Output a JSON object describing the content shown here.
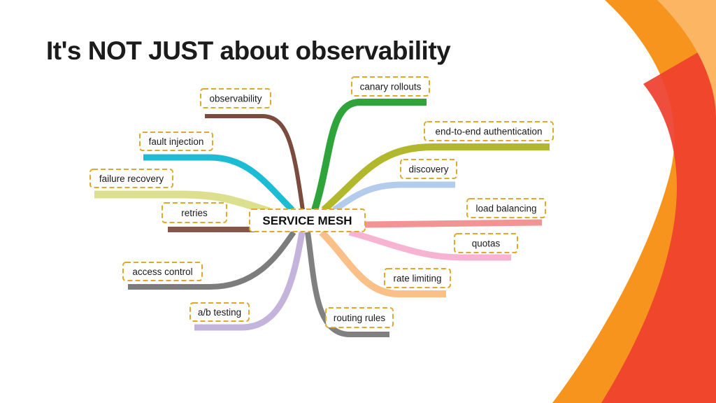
{
  "slide": {
    "title": "It's NOT JUST about observability"
  },
  "colors": {
    "label_border": "#e0a92a",
    "accent_orange": "#f7941d",
    "accent_red": "#ee3f2e",
    "accent_light_orange": "#fbb563"
  },
  "mindmap": {
    "center": {
      "label": "SERVICE MESH"
    },
    "branches": [
      {
        "id": "observability",
        "label": "observability",
        "color": "#7b4b3e"
      },
      {
        "id": "fault-injection",
        "label": "fault injection",
        "color": "#1bbcd4"
      },
      {
        "id": "failure-recovery",
        "label": "failure recovery",
        "color": "#dce08e"
      },
      {
        "id": "retries",
        "label": "retries",
        "color": "#86564a"
      },
      {
        "id": "access-control",
        "label": "access control",
        "color": "#7c7c7c"
      },
      {
        "id": "ab-testing",
        "label": "a/b testing",
        "color": "#c4b4dc"
      },
      {
        "id": "routing-rules",
        "label": "routing rules",
        "color": "#808080"
      },
      {
        "id": "canary-rollouts",
        "label": "canary rollouts",
        "color": "#2ea43a"
      },
      {
        "id": "end-to-end-auth",
        "label": "end-to-end authentication",
        "color": "#b2b82c"
      },
      {
        "id": "discovery",
        "label": "discovery",
        "color": "#b4ccec"
      },
      {
        "id": "load-balancing",
        "label": "load balancing",
        "color": "#f29494"
      },
      {
        "id": "quotas",
        "label": "quotas",
        "color": "#f7b4d2"
      },
      {
        "id": "rate-limiting",
        "label": "rate limiting",
        "color": "#fbc088"
      }
    ]
  }
}
